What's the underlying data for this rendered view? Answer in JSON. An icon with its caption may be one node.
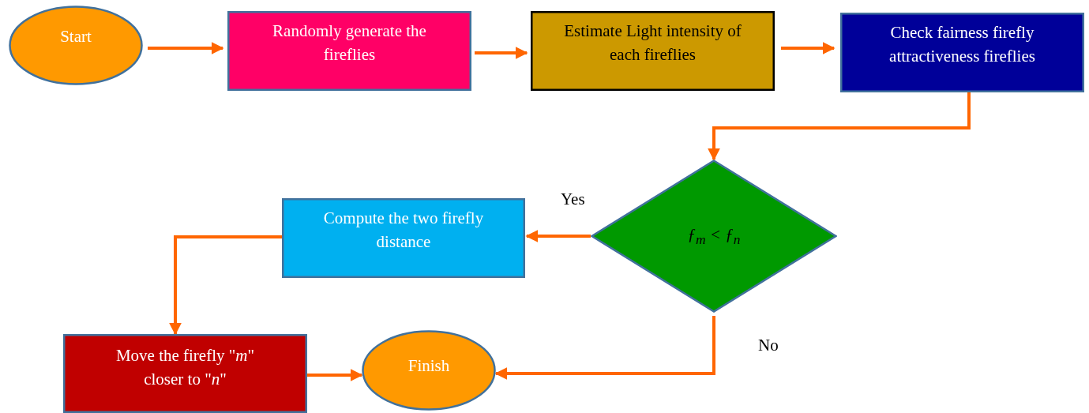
{
  "diagram": {
    "nodes": [
      {
        "text": [
          "Start"
        ]
      },
      {
        "text": [
          "Randomly generate the fireflies"
        ]
      },
      {
        "text": [
          "Estimate Light intensity of each fireflies"
        ]
      },
      {
        "text": [
          "Check fairness firefly attractiveness fireflies"
        ]
      },
      {
        "text": [
          "ƒ$_{m}$ < ƒ$_{n}$"
        ]
      },
      {
        "text": [
          "Compute the two firefly distance"
        ]
      },
      {
        "text": [
          "Move the firefly \"*m*\" closer to \"*n*\""
        ]
      },
      {
        "text": [
          "Finish"
        ]
      }
    ],
    "edges": [
      {
        "from": 0,
        "to": 1,
        "arrow": "to"
      },
      {
        "from": 1,
        "to": 2,
        "arrow": "to"
      },
      {
        "from": 2,
        "to": 3,
        "arrow": "to"
      },
      {
        "from": 3,
        "to": 4,
        "arrow": "to"
      },
      {
        "from": 4,
        "to": 5,
        "arrow": "to",
        "label": "Yes"
      },
      {
        "from": 5,
        "to": 6,
        "arrow": "to"
      },
      {
        "from": 6,
        "to": 7,
        "arrow": "to"
      },
      {
        "from": 4,
        "to": 7,
        "arrow": "to",
        "label": "No"
      }
    ]
  }
}
